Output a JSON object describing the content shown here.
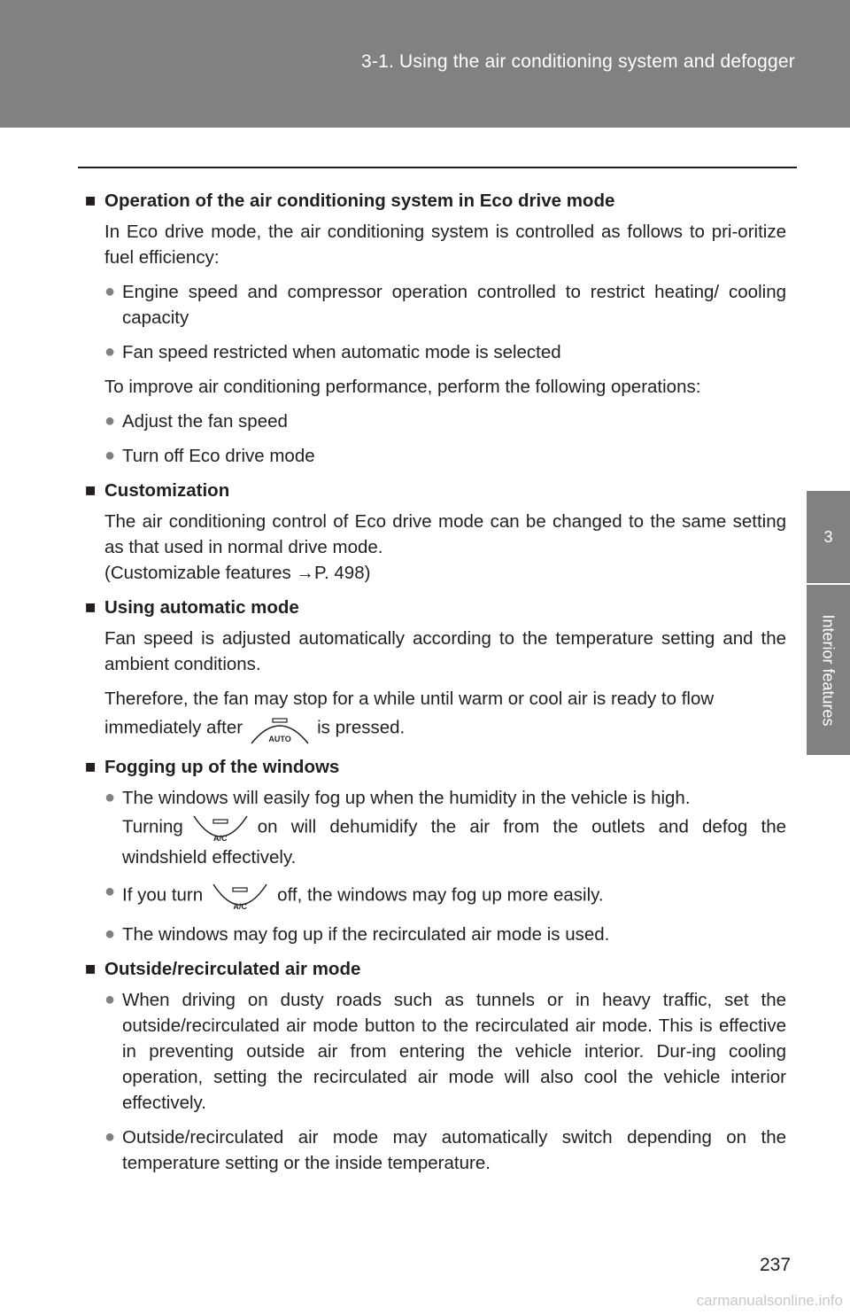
{
  "header": {
    "section_title": "3-1. Using the air conditioning system and defogger"
  },
  "side_tab": {
    "number": "3",
    "label": "Interior features"
  },
  "sections": {
    "eco": {
      "title": "Operation of the air conditioning system in Eco drive mode",
      "intro": "In Eco drive mode, the air conditioning system is controlled as follows to pri-oritize fuel efficiency:",
      "bullet1": "Engine speed and compressor operation controlled to restrict heating/ cooling capacity",
      "bullet2": "Fan speed restricted when automatic mode is selected",
      "improve": "To improve air conditioning performance, perform the following operations:",
      "bullet3": "Adjust the fan speed",
      "bullet4": "Turn off Eco drive mode"
    },
    "custom": {
      "title": "Customization",
      "line1": "The air conditioning control of Eco drive mode can be changed to the same setting as that used in normal drive mode.",
      "line2": "(Customizable features →P. 498)"
    },
    "auto": {
      "title": "Using automatic mode",
      "para1": "Fan speed is adjusted automatically according to the temperature setting and the ambient conditions.",
      "para2": "Therefore, the fan may stop for a while until warm or cool air is ready to flow",
      "para3_before": "immediately after",
      "para3_after": "is pressed.",
      "button_label": "AUTO"
    },
    "fog": {
      "title": "Fogging up of the windows",
      "bullet1_a": "The windows will easily fog up when the humidity in the vehicle is high.",
      "bullet1_b": "Turning",
      "bullet1_c": "on will dehumidify the air from the outlets and defog the windshield effectively.",
      "bullet2_a": "If you turn",
      "bullet2_b": "off, the windows may fog up more easily.",
      "bullet3": "The windows may fog up if the recirculated air mode is used.",
      "button_label": "A/C"
    },
    "recirc": {
      "title": "Outside/recirculated air mode",
      "bullet1": "When driving on dusty roads such as tunnels or in heavy traffic, set the outside/recirculated air mode button to the recirculated air mode. This is effective in preventing outside air from entering the vehicle interior. Dur-ing cooling operation, setting the recirculated air mode will also cool the vehicle interior effectively.",
      "bullet2": "Outside/recirculated air mode may automatically switch depending on the temperature setting or the inside temperature."
    }
  },
  "page_number": "237",
  "watermark": "carmanualsonline.info"
}
